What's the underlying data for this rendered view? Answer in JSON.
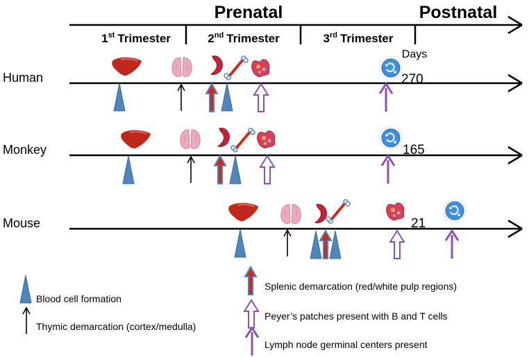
{
  "header": {
    "prenatal": "Prenatal",
    "postnatal": "Postnatal",
    "trimesters": [
      {
        "num": "1",
        "sup": "st",
        "word": "Trimester"
      },
      {
        "num": "2",
        "sup": "nd",
        "word": "Trimester"
      },
      {
        "num": "3",
        "sup": "rd",
        "word": "Trimester"
      }
    ],
    "days_label": "Days"
  },
  "rows": [
    {
      "species": "Human",
      "days": "270"
    },
    {
      "species": "Monkey",
      "days": "165"
    },
    {
      "species": "Mouse",
      "days": "21"
    }
  ],
  "legend": {
    "blood": "Blood cell formation",
    "thymic": "Thymic demarcation (cortex/medulla)",
    "splenic": "Splenic demarcation (red/white pulp regions)",
    "peyers": "Peyer’s patches present with B and T cells",
    "lymph": "Lymph node germinal centers present"
  },
  "colors": {
    "blood_cone": "#4f86bf",
    "splenic_fill": "#cc2a1c",
    "splenic_outline": "#4f86bf",
    "purple": "#8a52b3",
    "liver": "#c0281c",
    "thymus": "#eeaabb",
    "lymph_node": "#3f8fe0"
  }
}
